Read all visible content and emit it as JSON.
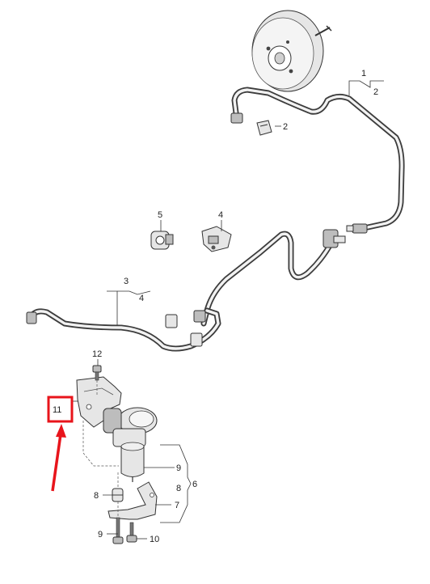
{
  "callouts": {
    "c1": "1",
    "c2a": "2",
    "c2b": "2",
    "c3": "3",
    "c4a": "4",
    "c4b": "4",
    "c5": "5",
    "c6": "6",
    "c7": "7",
    "c8a": "8",
    "c8b": "8",
    "c9a": "9",
    "c9b": "9",
    "c10": "10",
    "c11": "11",
    "c12": "12"
  },
  "highlight": {
    "target": "11",
    "color": "#e8141b"
  }
}
